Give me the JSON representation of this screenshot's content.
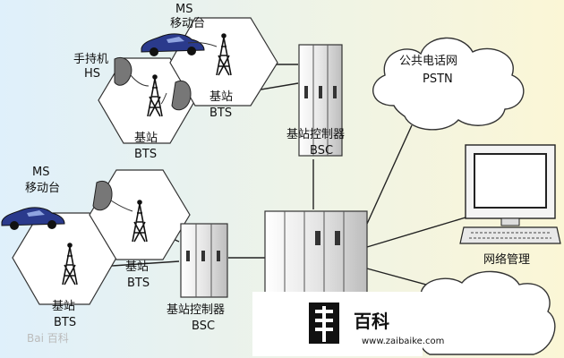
{
  "colors": {
    "background_left": "#dff0fb",
    "background_right": "#fbf6d6",
    "line": "#222222",
    "car_body": "#2a3a8c",
    "watermark_bg": "#ffffff"
  },
  "nodes": {
    "ms_top": {
      "line1": "MS",
      "line2": "移动台"
    },
    "hs": {
      "line1": "手持机",
      "line2": "HS"
    },
    "bts_1": {
      "line1": "基站",
      "line2": "BTS"
    },
    "bts_2": {
      "line1": "基站",
      "line2": "BTS"
    },
    "bsc_top": {
      "line1": "基站控制器",
      "line2": "BSC"
    },
    "pstn": {
      "line1": "公共电话网",
      "line2": "PSTN"
    },
    "ms_left": {
      "line1": "MS",
      "line2": "移动台"
    },
    "bts_3": {
      "line1": "基站",
      "line2": "BTS"
    },
    "bts_4": {
      "line1": "基站",
      "line2": "BTS"
    },
    "bsc_bottom": {
      "line1": "基站控制器",
      "line2": "BSC"
    },
    "network_mgmt": {
      "label": "网络管理"
    }
  },
  "watermark": {
    "logo_text": "百科",
    "url": "www.zaibaike.com",
    "corner_text": "Bai 百科"
  }
}
